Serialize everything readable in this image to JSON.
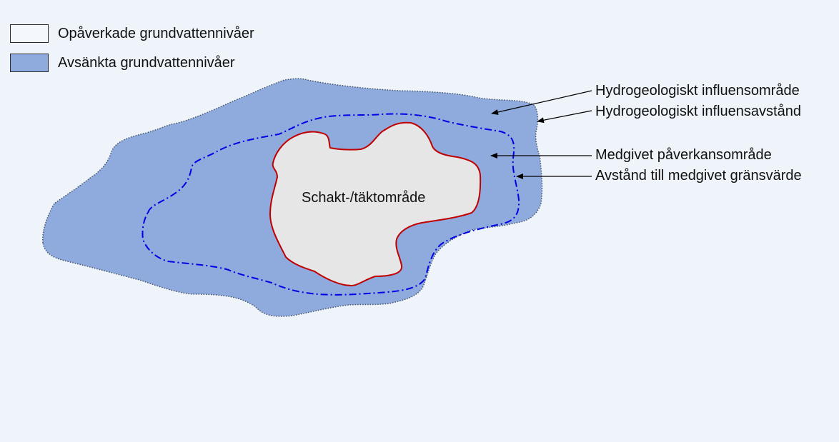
{
  "legend": [
    {
      "label": "Opåverkade grundvattennivåer",
      "color": "#f4f8fc"
    },
    {
      "label": "Avsänkta grundvattennivåer",
      "color": "#8faadc"
    }
  ],
  "annotations": [
    {
      "label": "Hydrogeologiskt influensområde"
    },
    {
      "label": "Hydrogeologiskt influensavstånd"
    },
    {
      "label": "Medgivet påverkansområde"
    },
    {
      "label": "Avstånd till medgivet gränsvärde"
    }
  ],
  "center_label": "Schakt-/täktområde",
  "colors": {
    "background": "#eff4fb",
    "influence_area": "#8faadc",
    "boundary_dashdot": "#0000e6",
    "excavation_fill": "#e6e6e6",
    "excavation_border": "#c00000"
  }
}
